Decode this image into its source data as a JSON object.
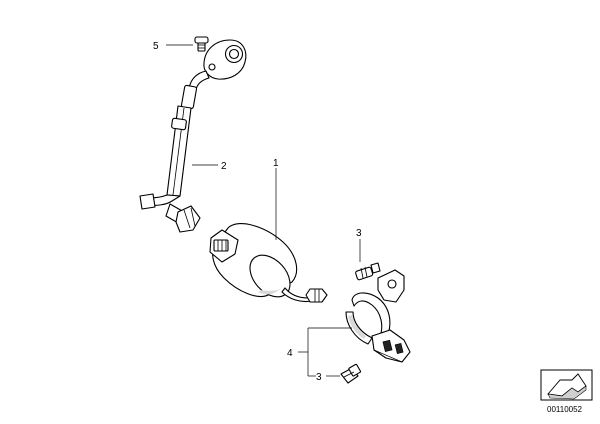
{
  "diagram": {
    "callouts": {
      "bolt_top": "5",
      "hose": "2",
      "filter": "1",
      "bolt_right": "3",
      "bracket_assembly": "4",
      "screw_bottom": "3"
    },
    "reference_code": "00110052"
  }
}
